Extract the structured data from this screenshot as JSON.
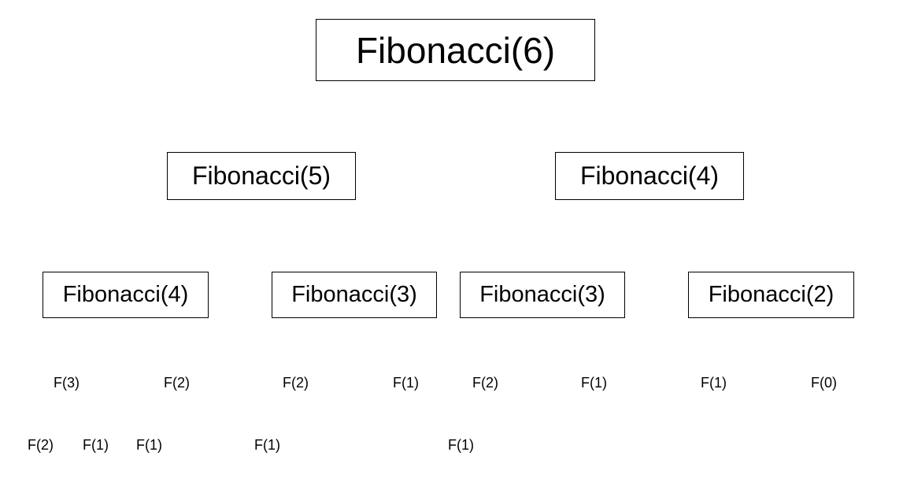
{
  "tree": {
    "root": "Fibonacci(6)",
    "level1": [
      "Fibonacci(5)",
      "Fibonacci(4)"
    ],
    "level2": [
      "Fibonacci(4)",
      "Fibonacci(3)",
      "Fibonacci(3)",
      "Fibonacci(2)"
    ],
    "level3": [
      "F(3)",
      "F(2)",
      "F(2)",
      "F(1)",
      "F(2)",
      "F(1)",
      "F(1)",
      "F(0)"
    ],
    "level4": [
      "F(2)",
      "F(1)",
      "F(1)",
      "F(1)",
      "F(1)"
    ]
  }
}
